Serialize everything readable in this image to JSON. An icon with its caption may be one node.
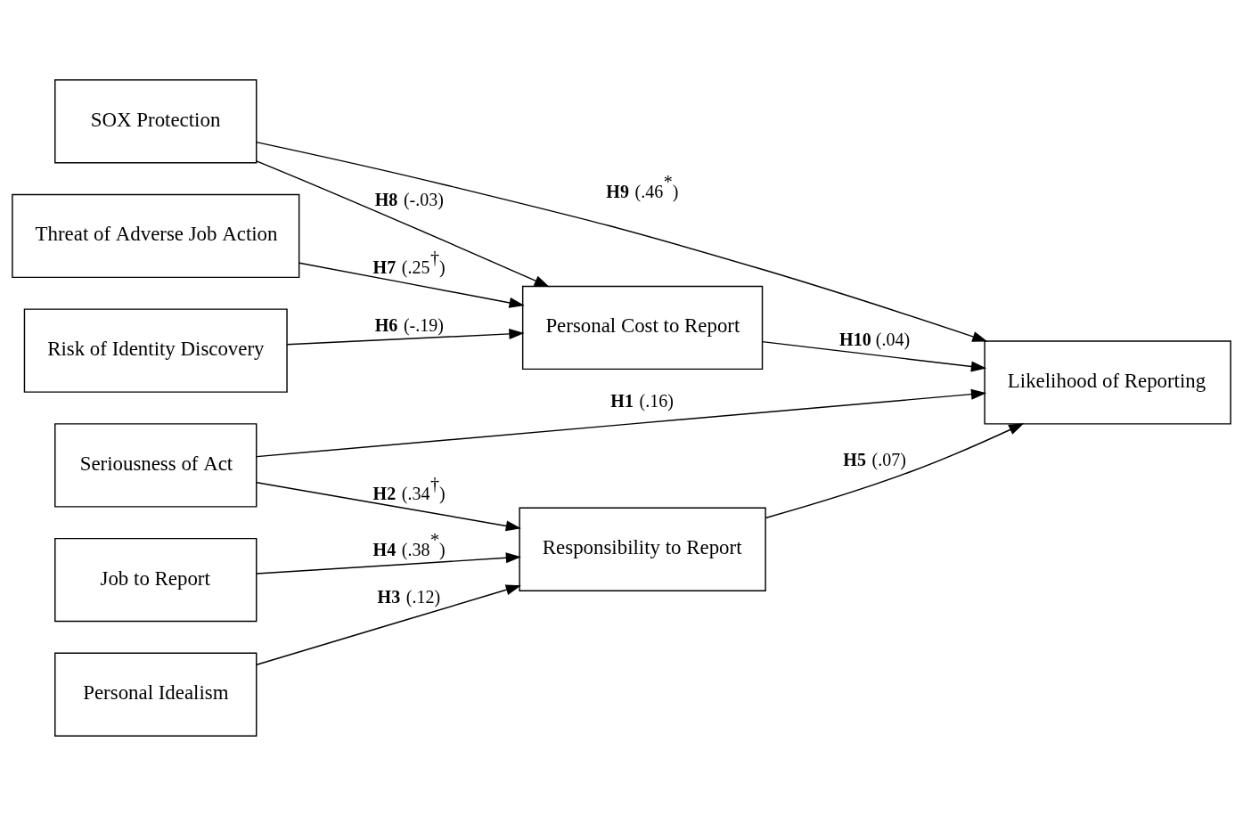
{
  "diagram": {
    "nodes": [
      {
        "text": [
          "Seriousness of Act"
        ]
      },
      {
        "text": [
          "Personal Idealism"
        ]
      },
      {
        "text": [
          "Responsibility to Report"
        ]
      },
      {
        "text": [
          "Job to Report"
        ]
      },
      {
        "text": [
          "Likelihood of Reporting"
        ]
      },
      {
        "text": [
          "SOX Protection"
        ]
      },
      {
        "text": [
          "Threat of Adverse Job Action"
        ]
      },
      {
        "text": [
          "Personal Cost to Report"
        ]
      },
      {
        "text": [
          "Risk of Identity Discovery"
        ]
      }
    ],
    "edges": [
      {
        "from": 0,
        "to": 4,
        "arrow": "to",
        "label": "**H1** (.16)"
      },
      {
        "from": 0,
        "to": 2,
        "arrow": "to",
        "label": "**H2** (.34$^{†}$)"
      },
      {
        "from": 1,
        "to": 2,
        "arrow": "to",
        "label": "**H3** (.12)"
      },
      {
        "from": 3,
        "to": 2,
        "arrow": "to",
        "label": "**H4** (.38$^{*}$)"
      },
      {
        "from": 2,
        "to": 4,
        "arrow": "to",
        "label": "**H5** (.07)"
      },
      {
        "from": 5,
        "to": 4,
        "arrow": "to",
        "label": "**H9** (.46$^{*}$)"
      },
      {
        "from": 5,
        "to": 7,
        "arrow": "to",
        "label": "**H8** (-.03)"
      },
      {
        "from": 6,
        "to": 7,
        "arrow": "to",
        "label": "**H7** (.25$^{†}$)"
      },
      {
        "from": 8,
        "to": 7,
        "arrow": "to",
        "label": "**H6** (-.19)"
      },
      {
        "from": 7,
        "to": 4,
        "arrow": "to",
        "label": "**H10** (.04)"
      }
    ]
  }
}
